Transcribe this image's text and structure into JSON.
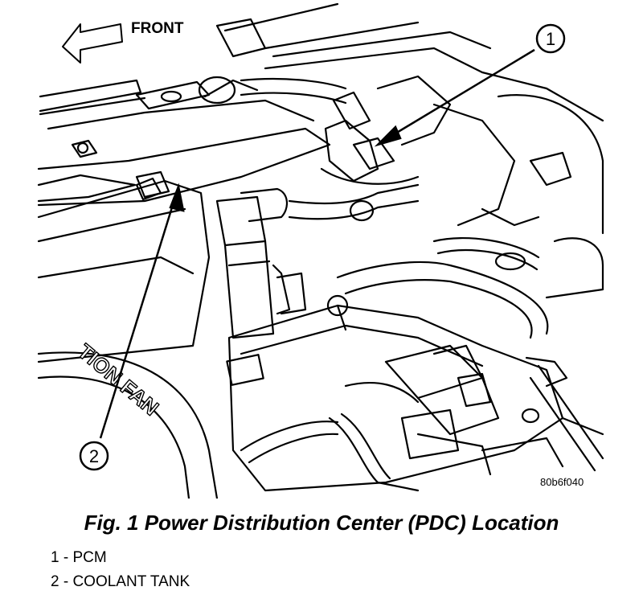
{
  "diagram": {
    "direction_label": "FRONT",
    "callouts": [
      {
        "number": "1"
      },
      {
        "number": "2"
      }
    ],
    "engraved_text": "TION FAN",
    "figure_code": "80b6f040",
    "caption": "Fig. 1 Power Distribution Center (PDC) Location",
    "legend": [
      {
        "text": "1 - PCM"
      },
      {
        "text": "2 - COOLANT TANK"
      }
    ]
  }
}
